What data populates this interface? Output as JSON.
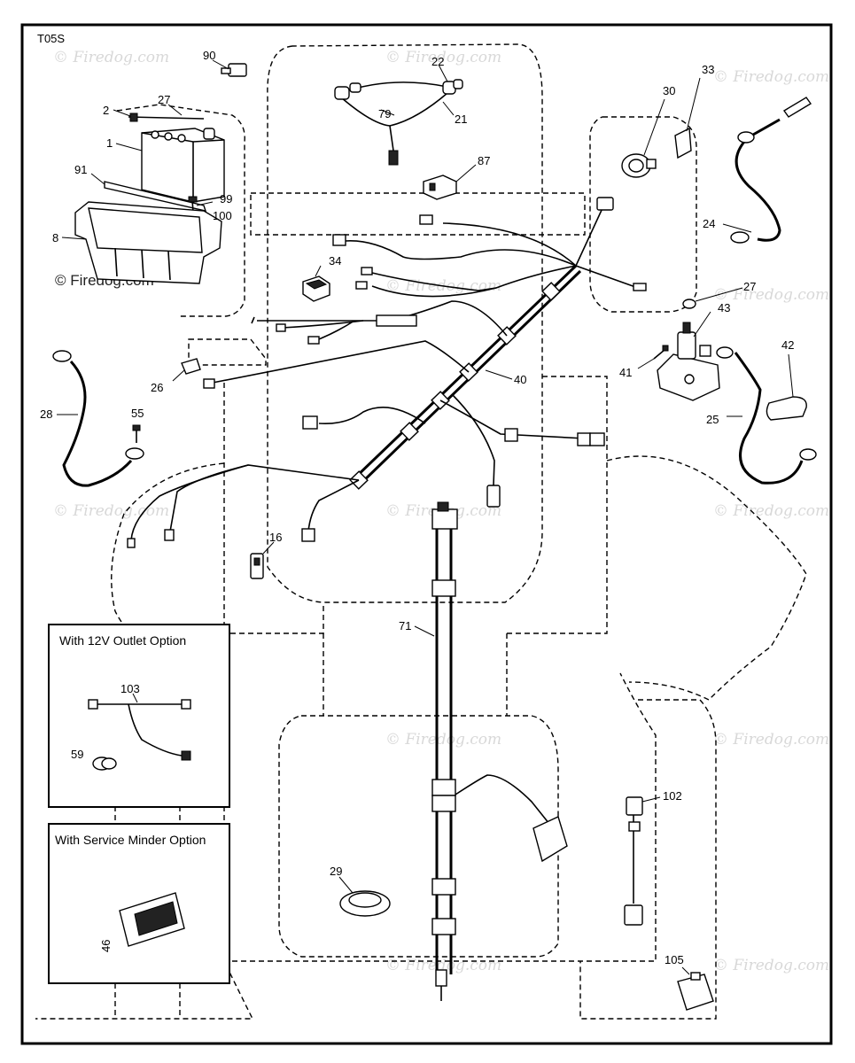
{
  "diagram_code": "T05S",
  "watermark": "© Firedog.com",
  "part_labels": {
    "p1": "1",
    "p2": "2",
    "p8": "8",
    "p16": "16",
    "p21": "21",
    "p22": "22",
    "p24": "24",
    "p25": "25",
    "p26": "26",
    "p27a": "27",
    "p27b": "27",
    "p28": "28",
    "p29": "29",
    "p30": "30",
    "p33": "33",
    "p34": "34",
    "p40": "40",
    "p41": "41",
    "p42": "42",
    "p43": "43",
    "p46": "46",
    "p55": "55",
    "p59": "59",
    "p71": "71",
    "p79": "79",
    "p87": "87",
    "p90": "90",
    "p91": "91",
    "p99": "99",
    "p100": "100",
    "p102": "102",
    "p103": "103",
    "p105": "105"
  },
  "option_boxes": {
    "outlet_title": "With 12V Outlet Option",
    "service_title": "With Service Minder Option"
  }
}
